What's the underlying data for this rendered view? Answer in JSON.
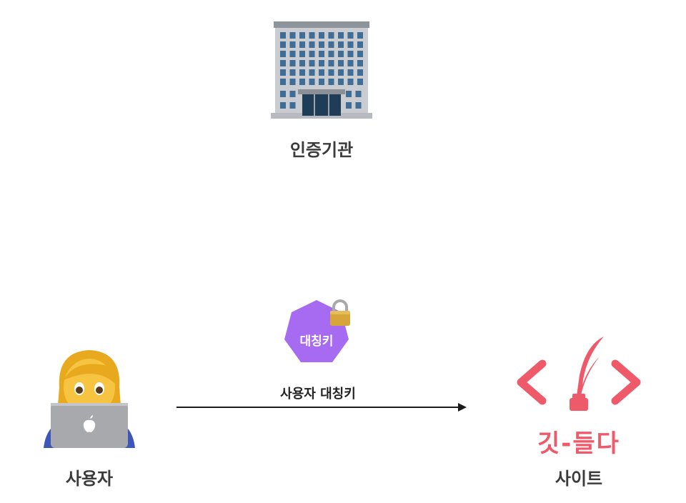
{
  "nodes": {
    "authority": {
      "label": "인증기관",
      "icon": "office-building-icon"
    },
    "user": {
      "label": "사용자",
      "icon": "woman-with-laptop-icon"
    },
    "site": {
      "label": "사이트",
      "icon": "code-quill-logo-icon",
      "logo_text": "깃-들다"
    }
  },
  "symmetric_key": {
    "badge_text": "대칭키",
    "icon": "lock-icon"
  },
  "arrow": {
    "label": "사용자 대칭키",
    "from": "user",
    "to": "site"
  },
  "colors": {
    "badge_purple": "#a66bf0",
    "site_red": "#ef5a6a",
    "arrow": "#1a1a1a",
    "lock_gold": "#d6a63a"
  }
}
